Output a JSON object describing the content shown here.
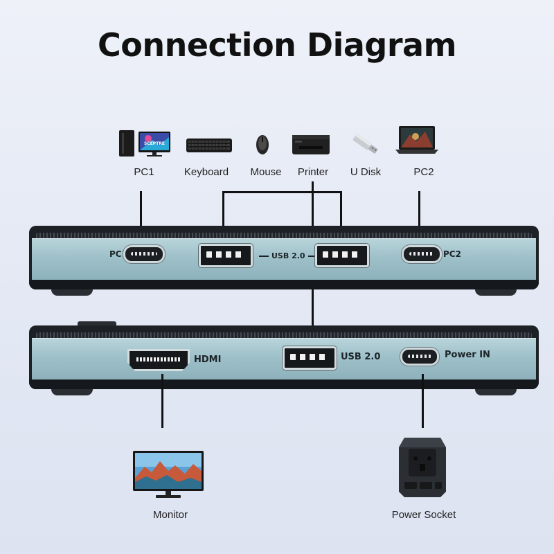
{
  "title": "Connection Diagram",
  "devices_top": [
    {
      "id": "pc1",
      "label": "PC1",
      "icon": "desktop-pc-icon"
    },
    {
      "id": "keyboard",
      "label": "Keyboard",
      "icon": "keyboard-icon"
    },
    {
      "id": "mouse",
      "label": "Mouse",
      "icon": "mouse-icon"
    },
    {
      "id": "printer",
      "label": "Printer",
      "icon": "printer-icon"
    },
    {
      "id": "udisk",
      "label": "U Disk",
      "icon": "usb-drive-icon"
    },
    {
      "id": "pc2",
      "label": "PC2",
      "icon": "laptop-icon"
    }
  ],
  "monitor_brand": "SCEPTRE",
  "top_panel": {
    "port_pc1": "PC1",
    "port_pc2": "PC2",
    "usb_center": "USB 2.0"
  },
  "bottom_panel": {
    "hdmi": "HDMI",
    "usb": "USB 2.0",
    "power": "Power IN"
  },
  "devices_bottom": [
    {
      "id": "monitor",
      "label": "Monitor",
      "icon": "monitor-icon"
    },
    {
      "id": "power-socket",
      "label": "Power Socket",
      "icon": "power-adapter-icon"
    }
  ],
  "colors": {
    "panel_face": "#9ec0c9",
    "panel_body": "#1d2126",
    "line": "#111111"
  }
}
